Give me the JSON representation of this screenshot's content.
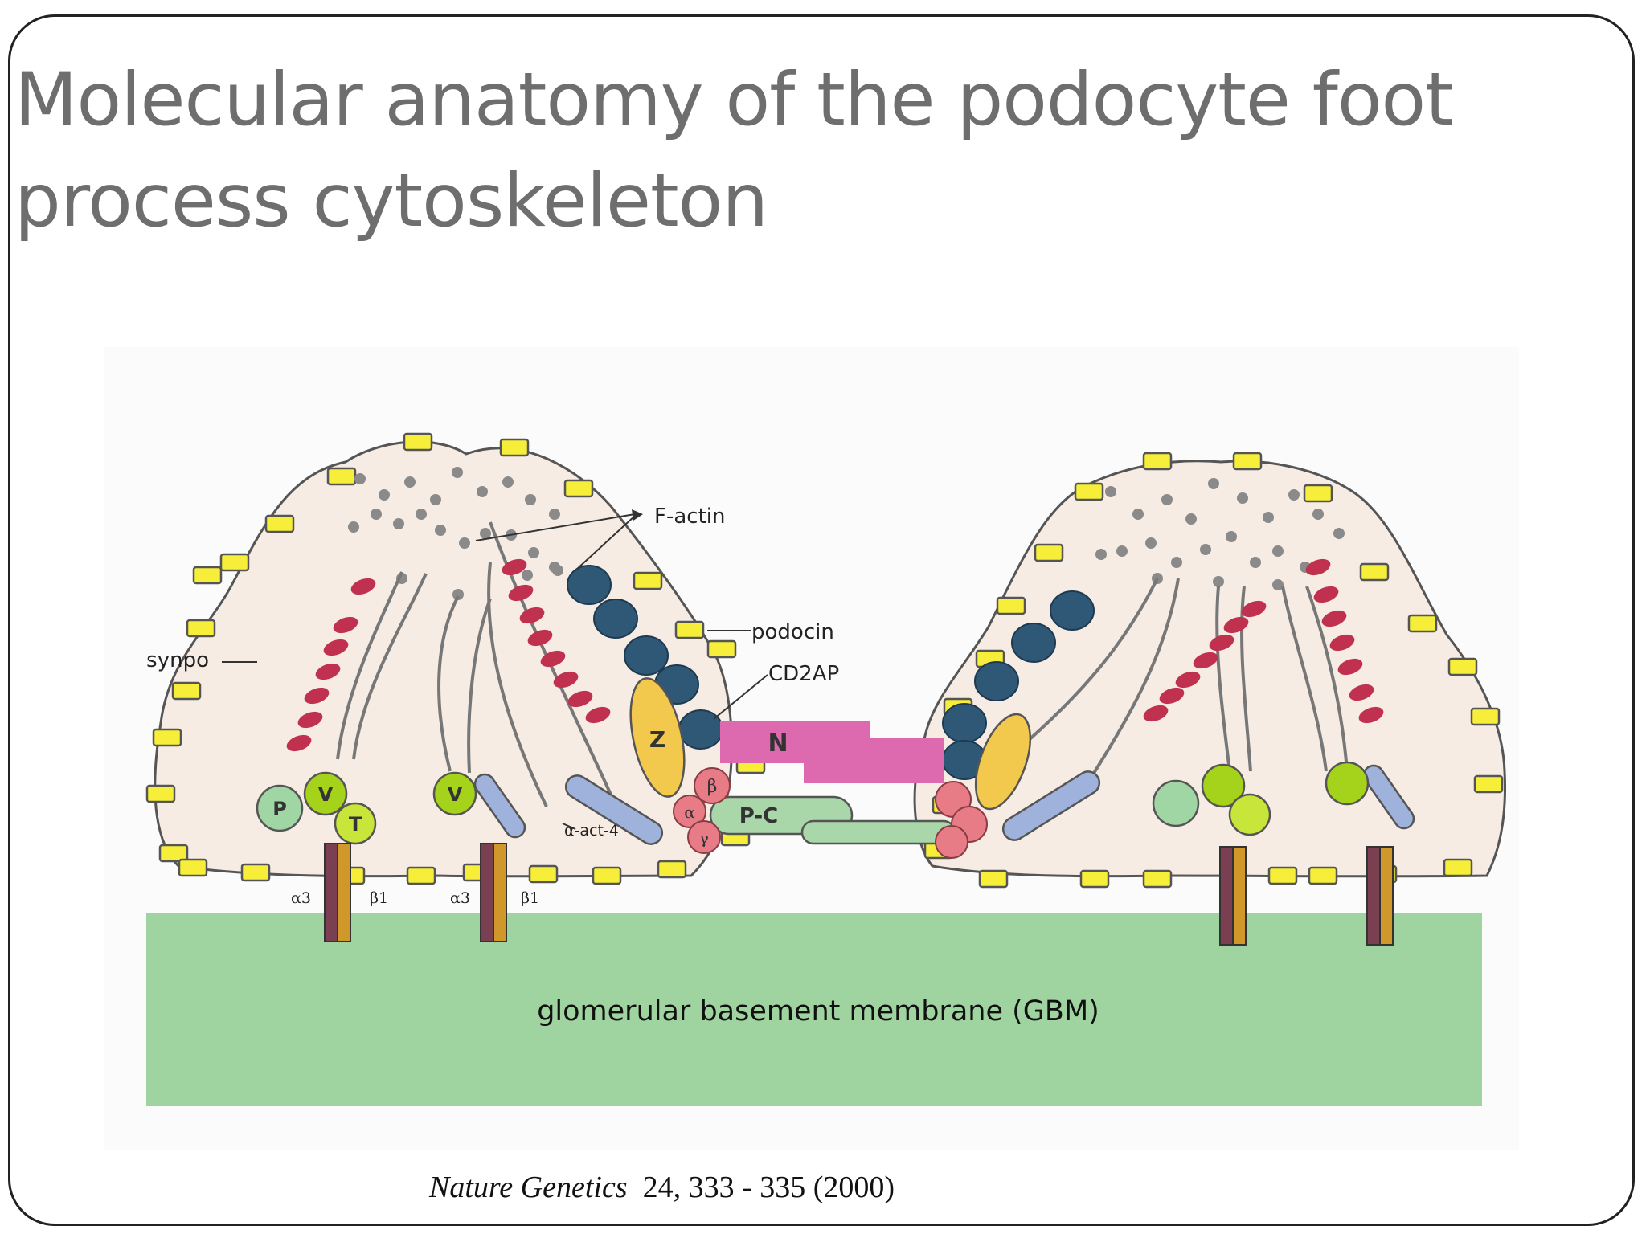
{
  "slide": {
    "title_line1": "Molecular anatomy of the podocyte foot",
    "title_line2": "process cytoskeleton"
  },
  "diagram": {
    "labels": {
      "f_actin": "F-actin",
      "podocin": "podocin",
      "cd2ap": "CD2AP",
      "synpo": "synpo",
      "alpha_act_4": "α-act-4",
      "alpha3_left": "α3",
      "beta1_left": "β1",
      "alpha3_mid": "α3",
      "beta1_mid": "β1",
      "gbm": "glomerular basement membrane (GBM)"
    },
    "protein_letters": {
      "p": "P",
      "v1": "V",
      "t": "T",
      "v2": "V",
      "z": "Z",
      "n": "N",
      "pc": "P-C",
      "beta": "β",
      "alpha": "α",
      "gamma": "γ"
    },
    "colors": {
      "cell_fill": "#f6ece4",
      "cell_outline": "#555555",
      "gbm": "#9fd39f",
      "panel_bg": "#fbfbfb",
      "yellow_marker": "#f7ee3a",
      "synpo_red": "#c0304f",
      "podocin_blue": "#2f5876",
      "nephrin_pink": "#dd6aae",
      "catenin_red": "#e77c86",
      "pcadherin_green": "#a9d7a9",
      "actinin_blue": "#9fb2dc",
      "zo1_yellow": "#f2c94c",
      "vinculin_green": "#a5d21a",
      "integrin_alpha": "#7a3f50",
      "integrin_beta": "#d0982a"
    }
  },
  "citation": {
    "journal": "Nature Genetics",
    "volume_pages": "24, 333 - 335 (2000)"
  }
}
